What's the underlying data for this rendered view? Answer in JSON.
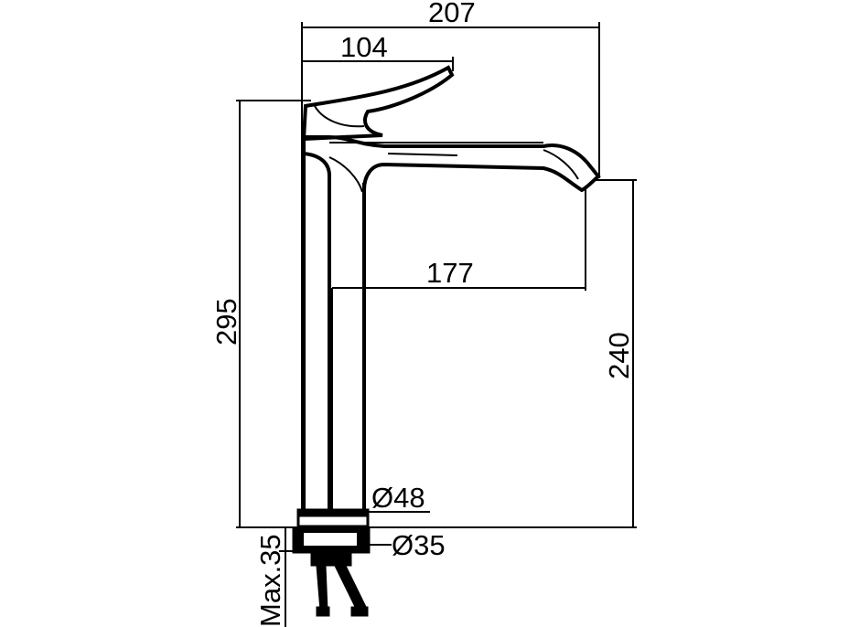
{
  "diagram": {
    "dimensions": {
      "overall_width": "207",
      "lever_width": "104",
      "spout_reach": "177",
      "overall_height": "295",
      "spout_height": "240",
      "base_diameter": "Ø48",
      "shank_diameter": "Ø35",
      "max_counter_thickness": "Max.35"
    }
  }
}
